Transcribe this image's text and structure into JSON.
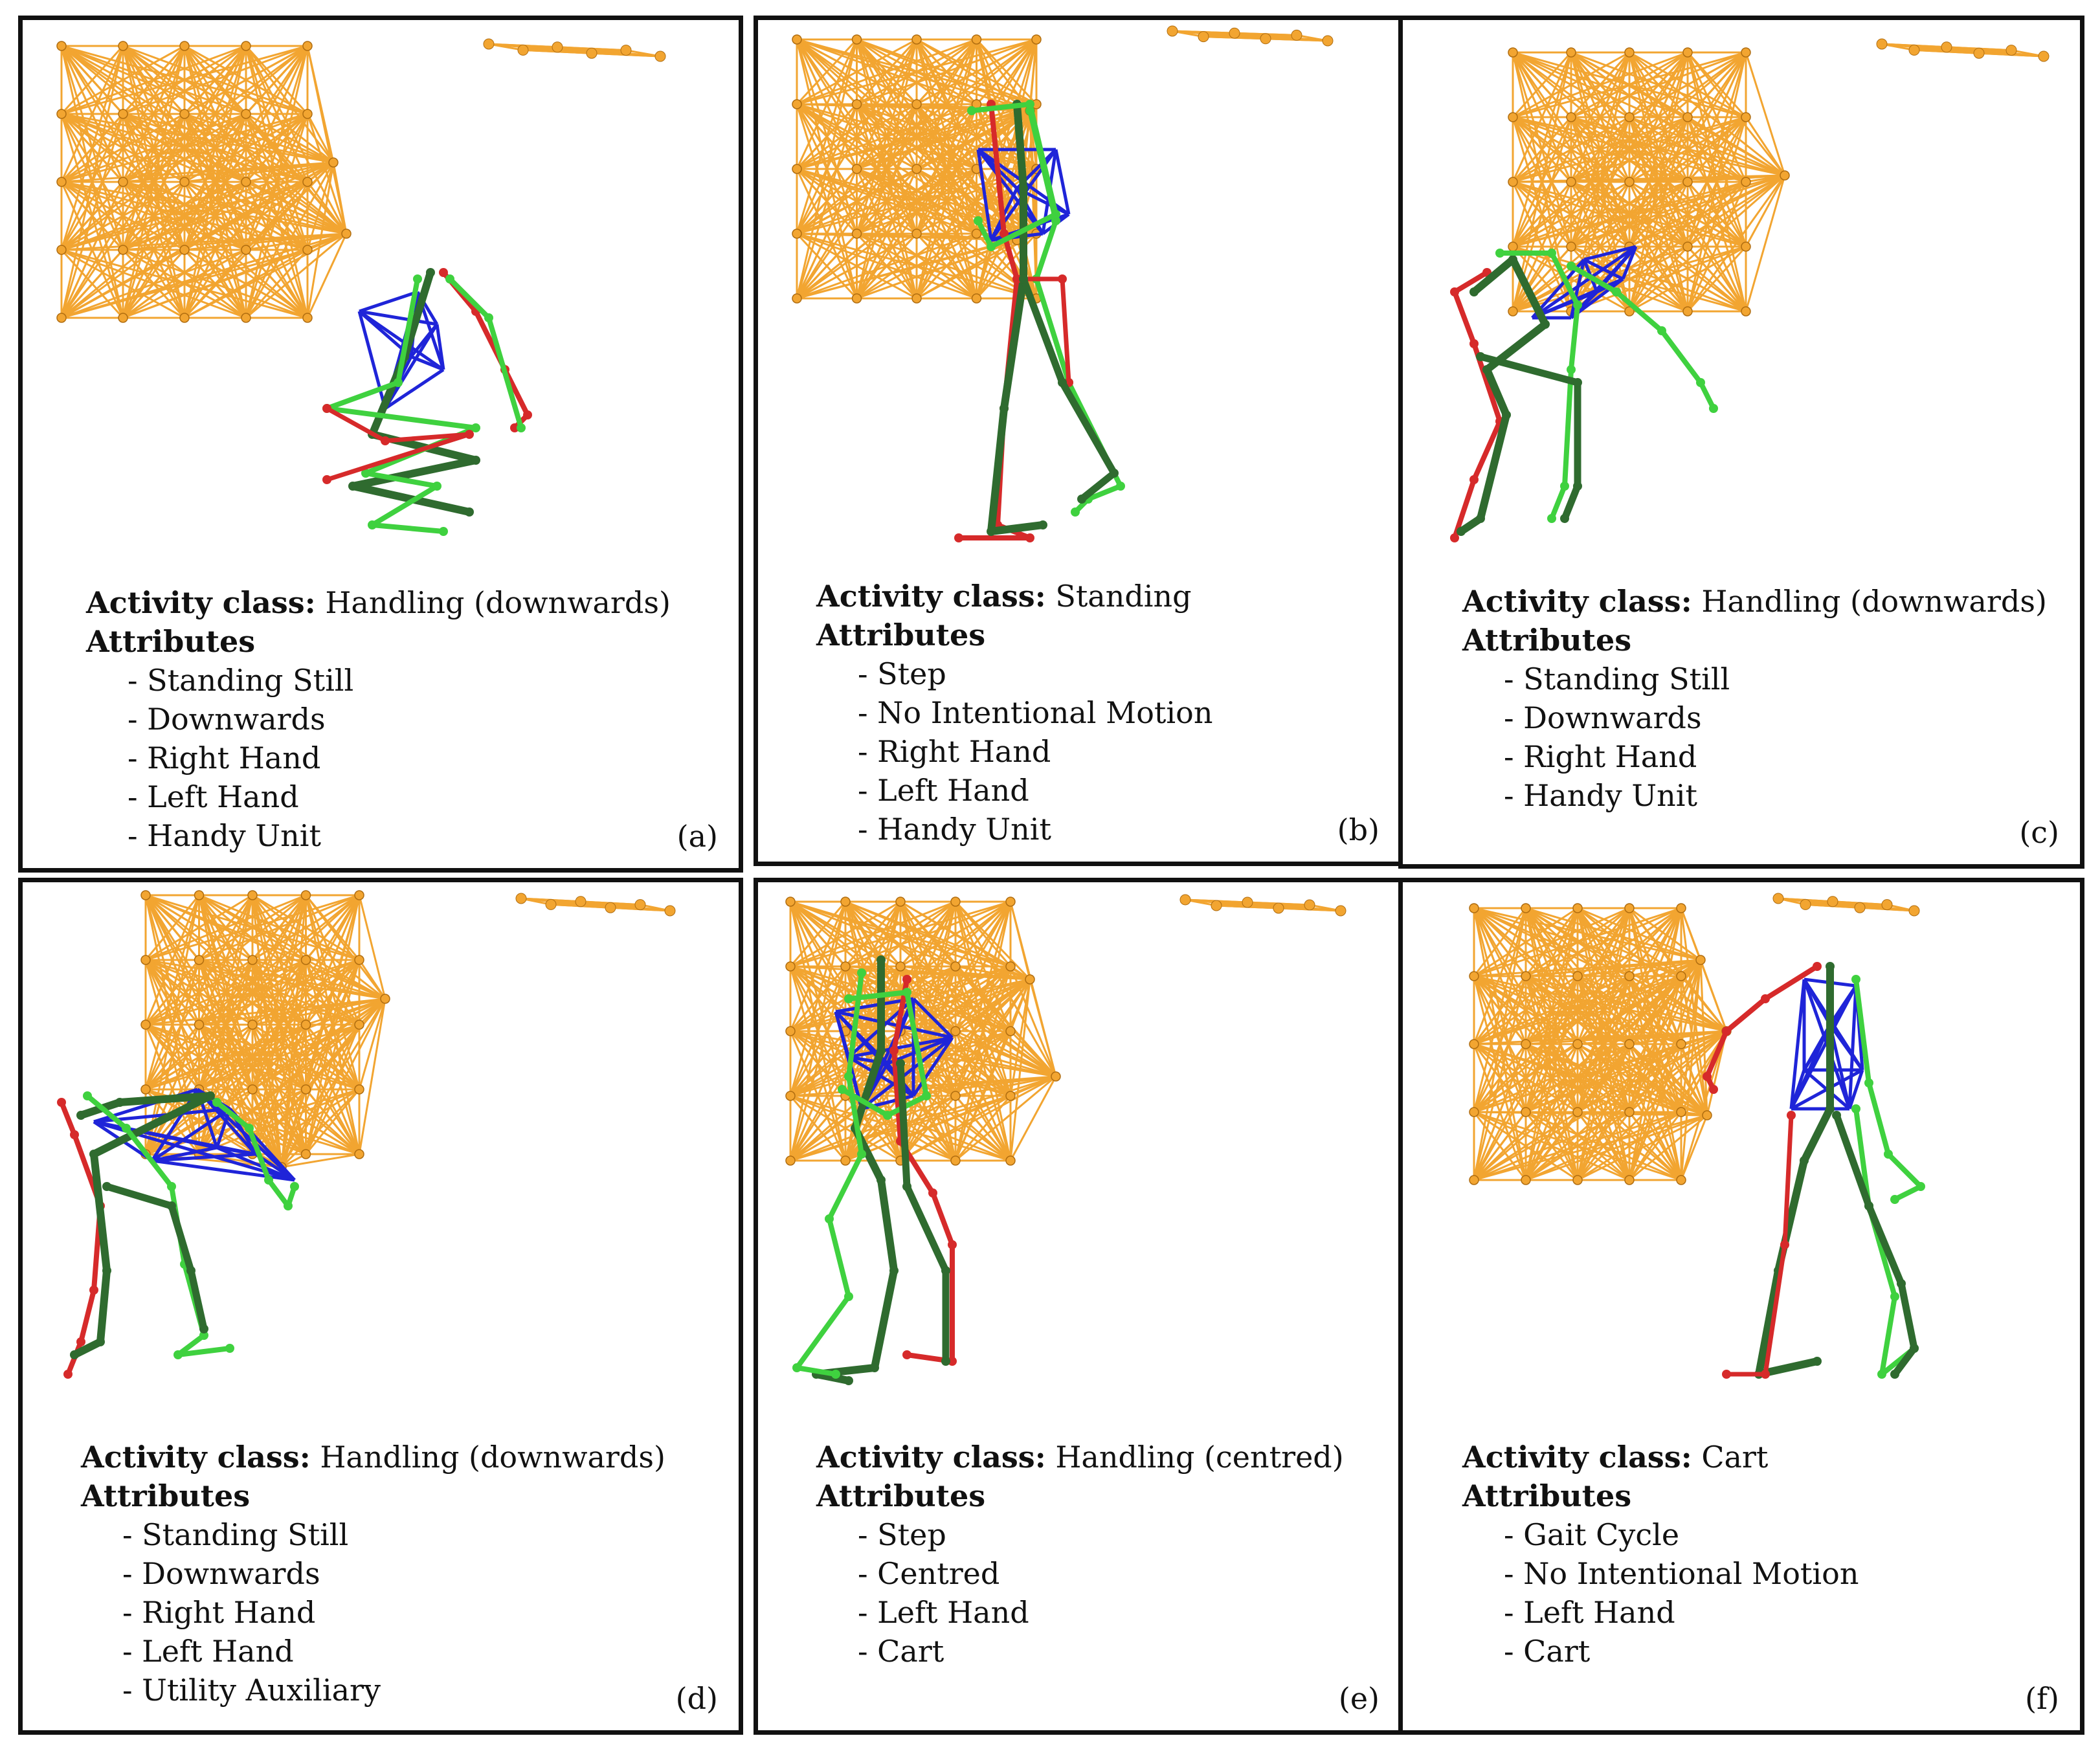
{
  "panels": [
    {
      "id": "a",
      "class_label": "Activity class:",
      "class_value": "Handling (downwards)",
      "attributes_title": "Attributes",
      "attributes": [
        "- Standing Still",
        "- Downwards",
        "- Right Hand",
        "- Left Hand",
        "- Handy Unit"
      ],
      "tag": "(a)"
    },
    {
      "id": "b",
      "class_label": "Activity class:",
      "class_value": "Standing",
      "attributes_title": "Attributes",
      "attributes": [
        "- Step",
        "- No Intentional Motion",
        "- Right Hand",
        "- Left Hand",
        "- Handy Unit"
      ],
      "tag": "(b)"
    },
    {
      "id": "c",
      "class_label": "Activity class:",
      "class_value": "Handling (downwards)",
      "attributes_title": "Attributes",
      "attributes": [
        "- Standing Still",
        "- Downwards",
        "- Right Hand",
        "- Handy Unit"
      ],
      "tag": "(c)"
    },
    {
      "id": "d",
      "class_label": "Activity class:",
      "class_value": "Handling (downwards)",
      "attributes_title": "Attributes",
      "attributes": [
        "- Standing Still",
        "- Downwards",
        "- Right Hand",
        "- Left Hand",
        "- Utility Auxiliary"
      ],
      "tag": "(d)"
    },
    {
      "id": "e",
      "class_label": "Activity class:",
      "class_value": "Handling (centred)",
      "attributes_title": "Attributes",
      "attributes": [
        "- Step",
        "- Centred",
        "- Left Hand",
        "- Cart"
      ],
      "tag": "(e)"
    },
    {
      "id": "f",
      "class_label": "Activity class:",
      "class_value": "Cart",
      "attributes_title": "Attributes",
      "attributes": [
        "- Gait Cycle",
        "- No Intentional Motion",
        "- Left Hand",
        "- Cart"
      ],
      "tag": "(f)"
    }
  ],
  "colors": {
    "marker_mesh": "#f2a531",
    "skeleton_light": "#3fd13f",
    "skeleton_dark": "#2f6b2f",
    "skeleton_red": "#d62a2a",
    "skeleton_blue": "#1f24d8",
    "border": "#111111"
  }
}
